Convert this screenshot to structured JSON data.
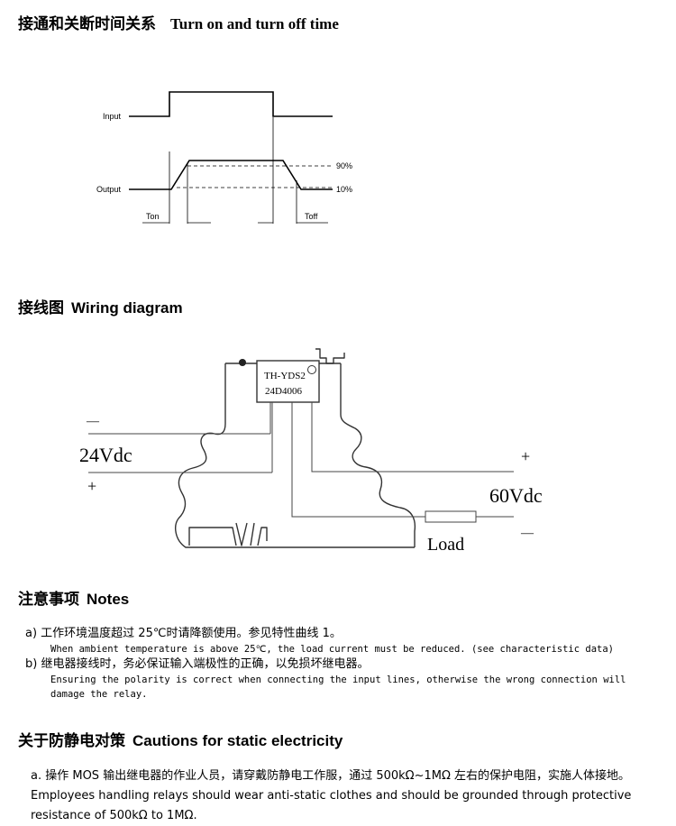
{
  "section_timing": {
    "title_zh": "接通和关断时间关系",
    "title_en": "Turn on and turn off time",
    "labels": {
      "input": "Input",
      "output": "Output",
      "pct90": "90%",
      "pct10": "10%",
      "ton": "Ton",
      "toff": "Toff"
    }
  },
  "section_wiring": {
    "title_zh": "接线图",
    "title_en": "Wiring diagram",
    "labels": {
      "model": "TH-YDS2",
      "part": "24D4006",
      "input_voltage": "24Vdc",
      "output_voltage": "60Vdc",
      "minus": "—",
      "plus": "+",
      "load": "Load"
    }
  },
  "section_notes": {
    "title_zh": "注意事项",
    "title_en": "Notes",
    "items": [
      {
        "zh": "a) 工作环境温度超过 25℃时请降额使用。参见特性曲线 1。",
        "en": "When ambient temperature is above 25℃, the load current must be reduced.  (see characteristic data)"
      },
      {
        "zh": "b) 继电器接线时，务必保证输入端极性的正确，以免损坏继电器。",
        "en": "Ensuring the polarity is correct when connecting the input lines, otherwise the wrong connection will damage the relay."
      }
    ]
  },
  "section_static": {
    "title_zh": "关于防静电对策",
    "title_en": "Cautions for static electricity",
    "text": "a. 操作 MOS 输出继电器的作业人员，请穿戴防静电工作服，通过 500kΩ~1MΩ 左右的保护电阻，实施人体接地。Employees handling relays should wear anti-static clothes and should be grounded through protective resistance of 500kΩ to 1MΩ."
  }
}
